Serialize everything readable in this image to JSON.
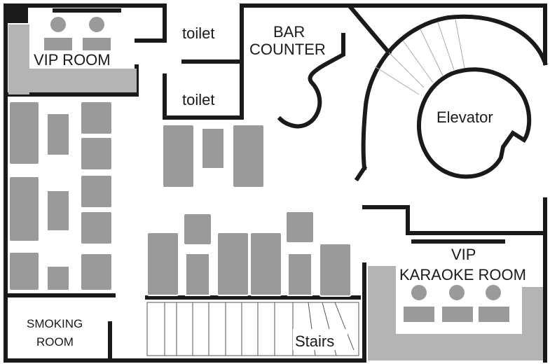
{
  "rooms": {
    "vip_room": "VIP ROOM",
    "toilet_1": "toilet",
    "toilet_2": "toilet",
    "bar_counter_line1": "BAR",
    "bar_counter_line2": "COUNTER",
    "elevator": "Elevator",
    "vip_karaoke_line1": "VIP",
    "vip_karaoke_line2": "KARAOKE ROOM",
    "smoking_line1": "SMOKING",
    "smoking_line2": "ROOM",
    "stairs": "Stairs"
  },
  "colors": {
    "wall": "#1a1a1a",
    "furniture": "#9a9a9a",
    "background": "#ffffff"
  }
}
